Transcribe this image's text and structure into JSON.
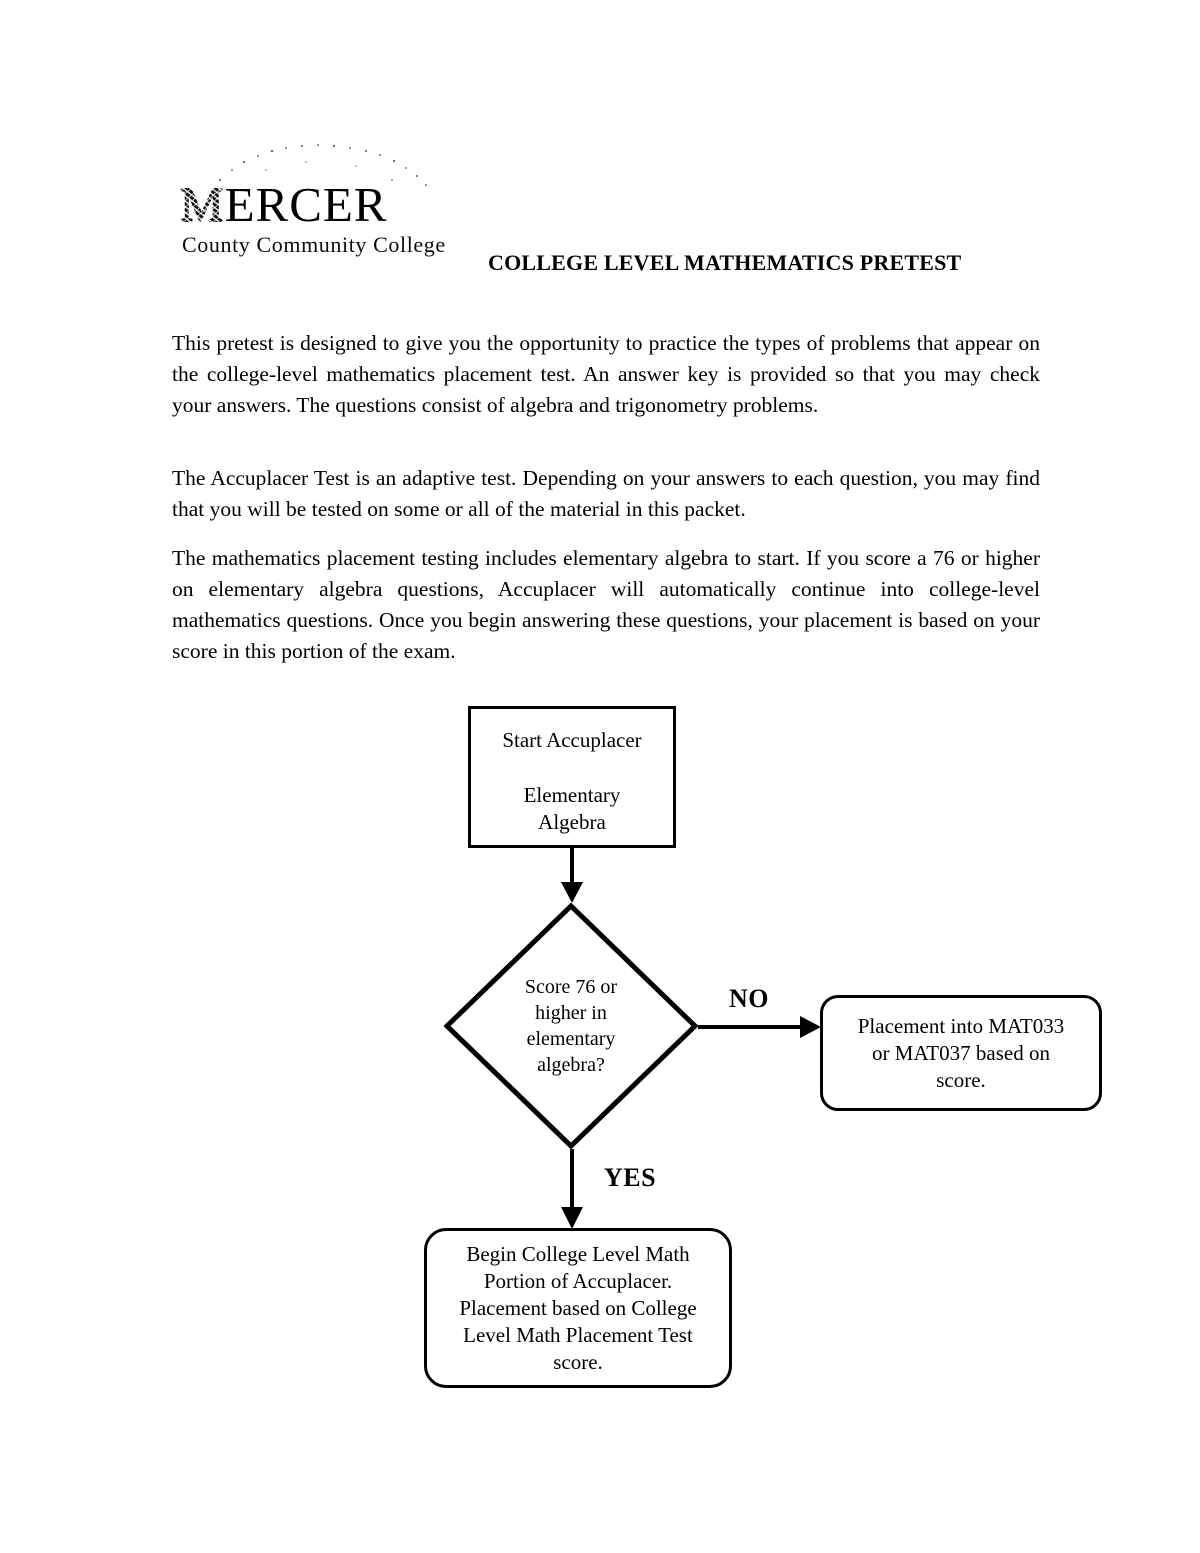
{
  "document": {
    "title": "COLLEGE LEVEL MATHEMATICS PRETEST",
    "logo": {
      "wordmark_first_letter": "M",
      "wordmark_rest": "ERCER",
      "tagline": "County Community College"
    },
    "paragraphs": [
      "This pretest is designed to give you the opportunity to practice the types of problems that appear on the college-level mathematics placement test. An answer key is provided so that you may check your answers.  The questions consist of algebra and trigonometry problems.",
      "The Accuplacer Test is an adaptive test. Depending on your answers to each question, you may find that you will be tested on some or all of the material in this packet.",
      "The mathematics placement testing includes elementary algebra to start.  If you score a 76 or higher on elementary algebra questions, Accuplacer will automatically continue into college-level mathematics questions.  Once you begin answering these questions, your placement is based on your score in this portion of the exam."
    ]
  },
  "flowchart": {
    "nodes": {
      "start": {
        "line1": "Start Accuplacer",
        "line2": "Elementary",
        "line3": "Algebra"
      },
      "decision": {
        "line1": "Score 76 or",
        "line2": "higher in",
        "line3": "elementary",
        "line4": "algebra?"
      },
      "no_result": {
        "line1": "Placement into MAT033",
        "line2": "or MAT037 based on",
        "line3": "score."
      },
      "yes_result": {
        "line1": "Begin College Level Math",
        "line2": "Portion of Accuplacer.",
        "line3": "Placement based on College",
        "line4": "Level Math Placement Test",
        "line5": "score."
      }
    },
    "edges": {
      "no_label": "NO",
      "yes_label": "YES"
    }
  },
  "colors": {
    "ink": "#000000",
    "page": "#ffffff"
  }
}
